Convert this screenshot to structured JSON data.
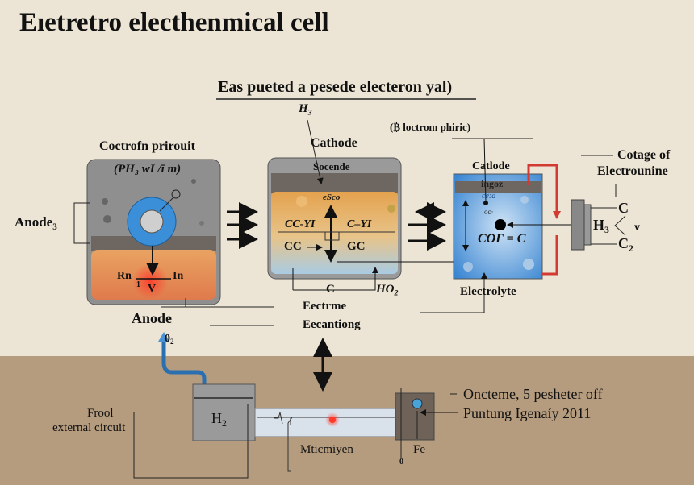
{
  "title": "Eıetretro electhenmical cell",
  "subtitle": "Eas pueted a pesede electeron yal)",
  "colors": {
    "background": "#ece5d5",
    "ground": "#b59c7e",
    "orange_electrolyte": "#e5905a",
    "blue_electrolyte": "#3f8ed6",
    "red_wire": "#d23a32",
    "grey_casing": "#8e8e8e"
  },
  "left_cell": {
    "heading": "Coctrofn prirouit",
    "formula": "(PH₃ wI /ī m)",
    "anode_label": {
      "base": "Anode",
      "sub": "3"
    },
    "rn": "Rn",
    "in": "In",
    "i": "1",
    "v": "V",
    "bottom_label": "Anode",
    "o2": {
      "base": "0",
      "sub": "2"
    }
  },
  "middle_cell": {
    "h3": {
      "base": "H",
      "sub": "3"
    },
    "cathode": "Cathode",
    "cap": "Socende",
    "esco": "eSco",
    "cc_yi": "CC-YI",
    "c_yi": "C–YI",
    "cc": "CC",
    "gc": "GC",
    "c": "C",
    "ho2": {
      "base": "HO",
      "sub": "2"
    },
    "electrme": "Eectrme",
    "eecantiong": "Eecantiong"
  },
  "right_cell": {
    "pointer_label": "(₿ loctrom phiric)",
    "cathode": "Catlode",
    "cap": "ingoz",
    "ce": "cê:d",
    "oc": "oc·",
    "formula": "COΓ = C",
    "electrolyte": "Electrolyte",
    "side_label_1": "Cotage of",
    "side_label_2": "Electrounine",
    "c_top": "C",
    "h3": {
      "base": "H",
      "sub": "3"
    },
    "v": "v",
    "c2": {
      "base": "C",
      "sub": "2"
    }
  },
  "bottom": {
    "external_1": "Frool",
    "external_2": "external circuit",
    "h2": {
      "base": "H",
      "sub": "2"
    },
    "tube_label": "Mticmiyen",
    "fe": "Fe",
    "zero": "0",
    "note_1": "Oncteme, 5 pesheter off",
    "note_2": "Puntung Igenaíy 2011"
  }
}
